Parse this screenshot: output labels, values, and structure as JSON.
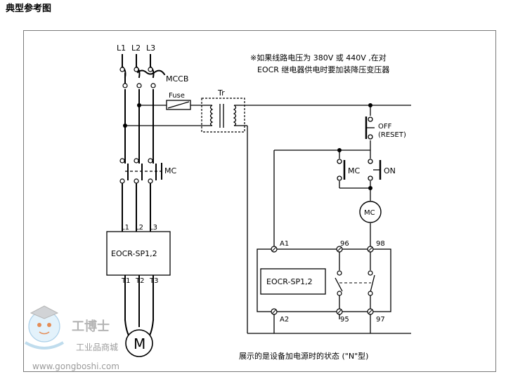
{
  "title": "典型参考图",
  "labels": {
    "L1": "L1",
    "L2": "L2",
    "L3": "L3",
    "mccb": "MCCB",
    "fuse": "Fuse",
    "tr": "Tr",
    "mc_main": "MC",
    "eocr_left": "EOCR-SP1,2",
    "eocr_right": "EOCR-SP1,2",
    "L1_term": "L1",
    "L2_term": "L2",
    "L3_term": "L3",
    "T1": "T1",
    "T2": "T2",
    "T3": "T3",
    "motor": "M",
    "off": "OFF",
    "reset": "(RESET)",
    "mc_aux": "MC",
    "on": "ON",
    "mc_coil": "MC",
    "A1": "A1",
    "A2": "A2",
    "t96": "96",
    "t98": "98",
    "t95": "95",
    "t97": "97"
  },
  "notes": {
    "line1": "※如果线路电压为 380V 或 440V ,在对",
    "line2": "EOCR 继电器供电时要加装降压变压器",
    "caption": "展示的是设备加电源时的状态 (\"N\"型)"
  },
  "watermark": {
    "brand": "工博士",
    "sub": "工业品商城",
    "url": "www.gongboshi.com"
  }
}
